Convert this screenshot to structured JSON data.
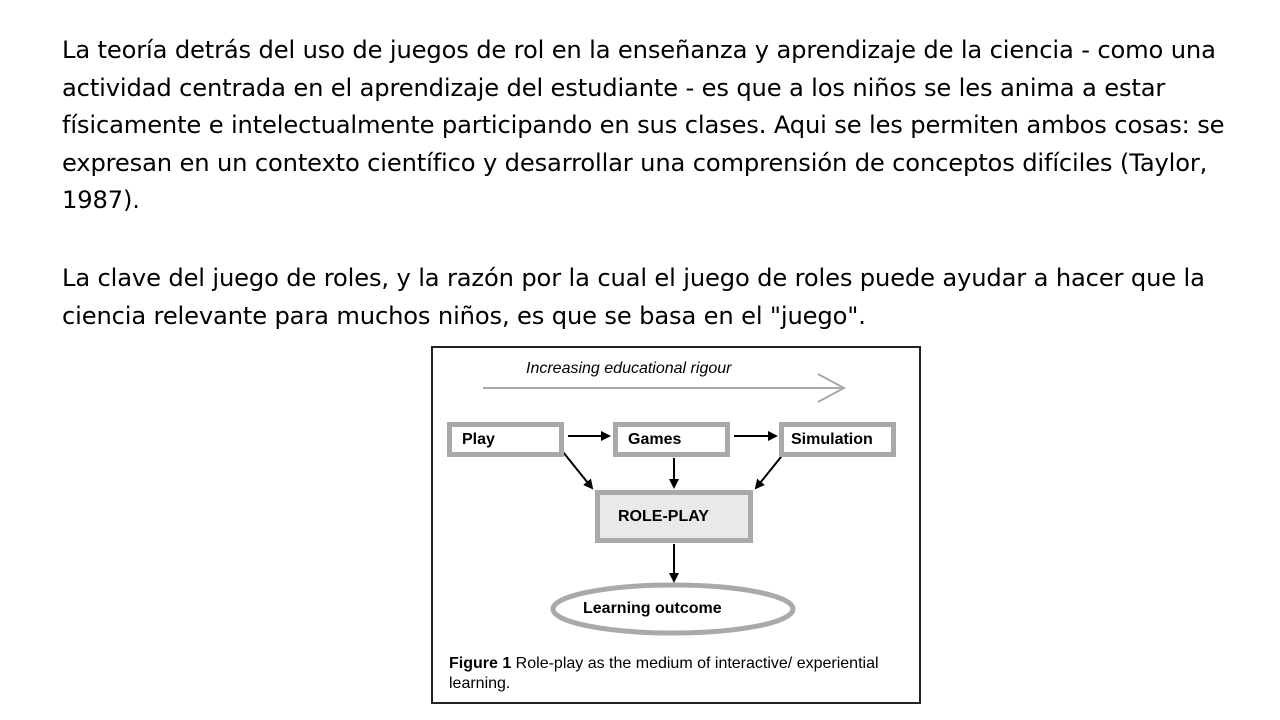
{
  "text": {
    "paragraph1": "La teoría detrás del uso de juegos de rol en la enseñanza y aprendizaje de la ciencia - como una actividad centrada en el aprendizaje del estudiante - es que a los niños se les anima a estar físicamente e intelectualmente participando en sus clases. Aqui se les permiten ambos cosas: se expresan en un contexto científico y desarrollar una comprensión de conceptos difíciles (Taylor, 1987).",
    "paragraph2": "La clave del juego de roles, y la razón por la cual el juego de roles puede ayudar a hacer que la ciencia relevante para muchos niños, es que se basa en el \"juego\"."
  },
  "figure": {
    "rigour_label": "Increasing educational rigour",
    "nodes": {
      "play": "Play",
      "games": "Games",
      "simulation": "Simulation",
      "role_play": "ROLE-PLAY",
      "outcome": "Learning outcome"
    },
    "caption_bold": "Figure 1",
    "caption_text": " Role-play as the medium of interactive/ experiential learning."
  },
  "colors": {
    "box_border": "#a9a9a9",
    "role_fill": "#e9e9e9",
    "frame": "#222222"
  }
}
